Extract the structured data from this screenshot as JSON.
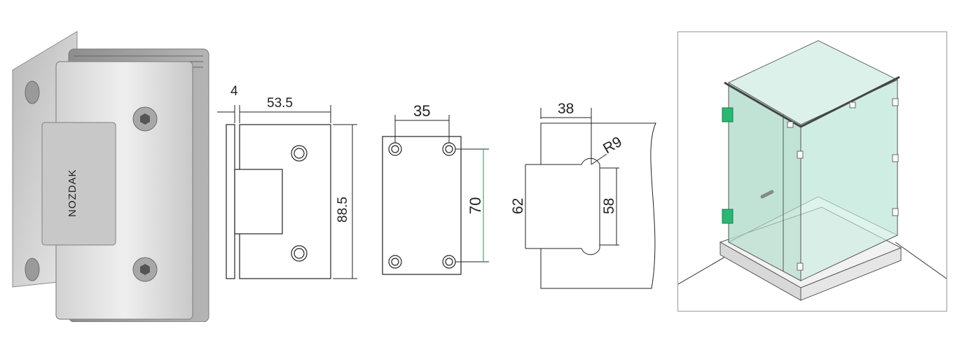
{
  "product_photo": {
    "brand_mark": "NOZDAK"
  },
  "front_view": {
    "thickness": "4",
    "width": "53.5",
    "height": "88.5"
  },
  "back_plate": {
    "hole_spacing_h": "35",
    "hole_spacing_v": "70"
  },
  "glass_cutout": {
    "offset": "38",
    "radius": "R9",
    "cut_height_outer": "62",
    "cut_height_inner": "58"
  },
  "colors": {
    "steel_light": "#e6e6e6",
    "steel_mid": "#c4c4c4",
    "steel_dark": "#9a9a9a",
    "glass": "#bfe6d8",
    "accent_green": "#2bb673"
  }
}
